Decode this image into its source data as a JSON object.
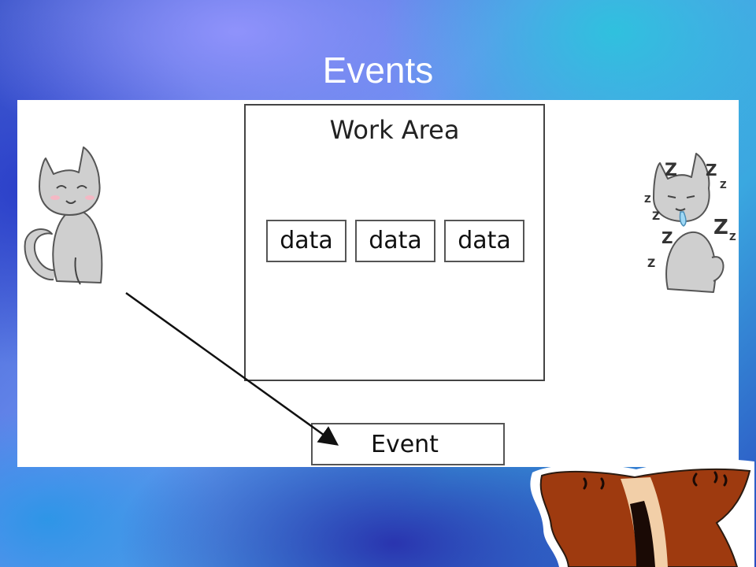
{
  "slide": {
    "title": "Events"
  },
  "diagram": {
    "work_area_label": "Work Area",
    "data_items": [
      "data",
      "data",
      "data"
    ],
    "event_label": "Event"
  },
  "illustrations": {
    "left": "happy-cat",
    "right": "sleeping-cat",
    "sleep_glyph": "Z",
    "corner": "brown-creature"
  }
}
